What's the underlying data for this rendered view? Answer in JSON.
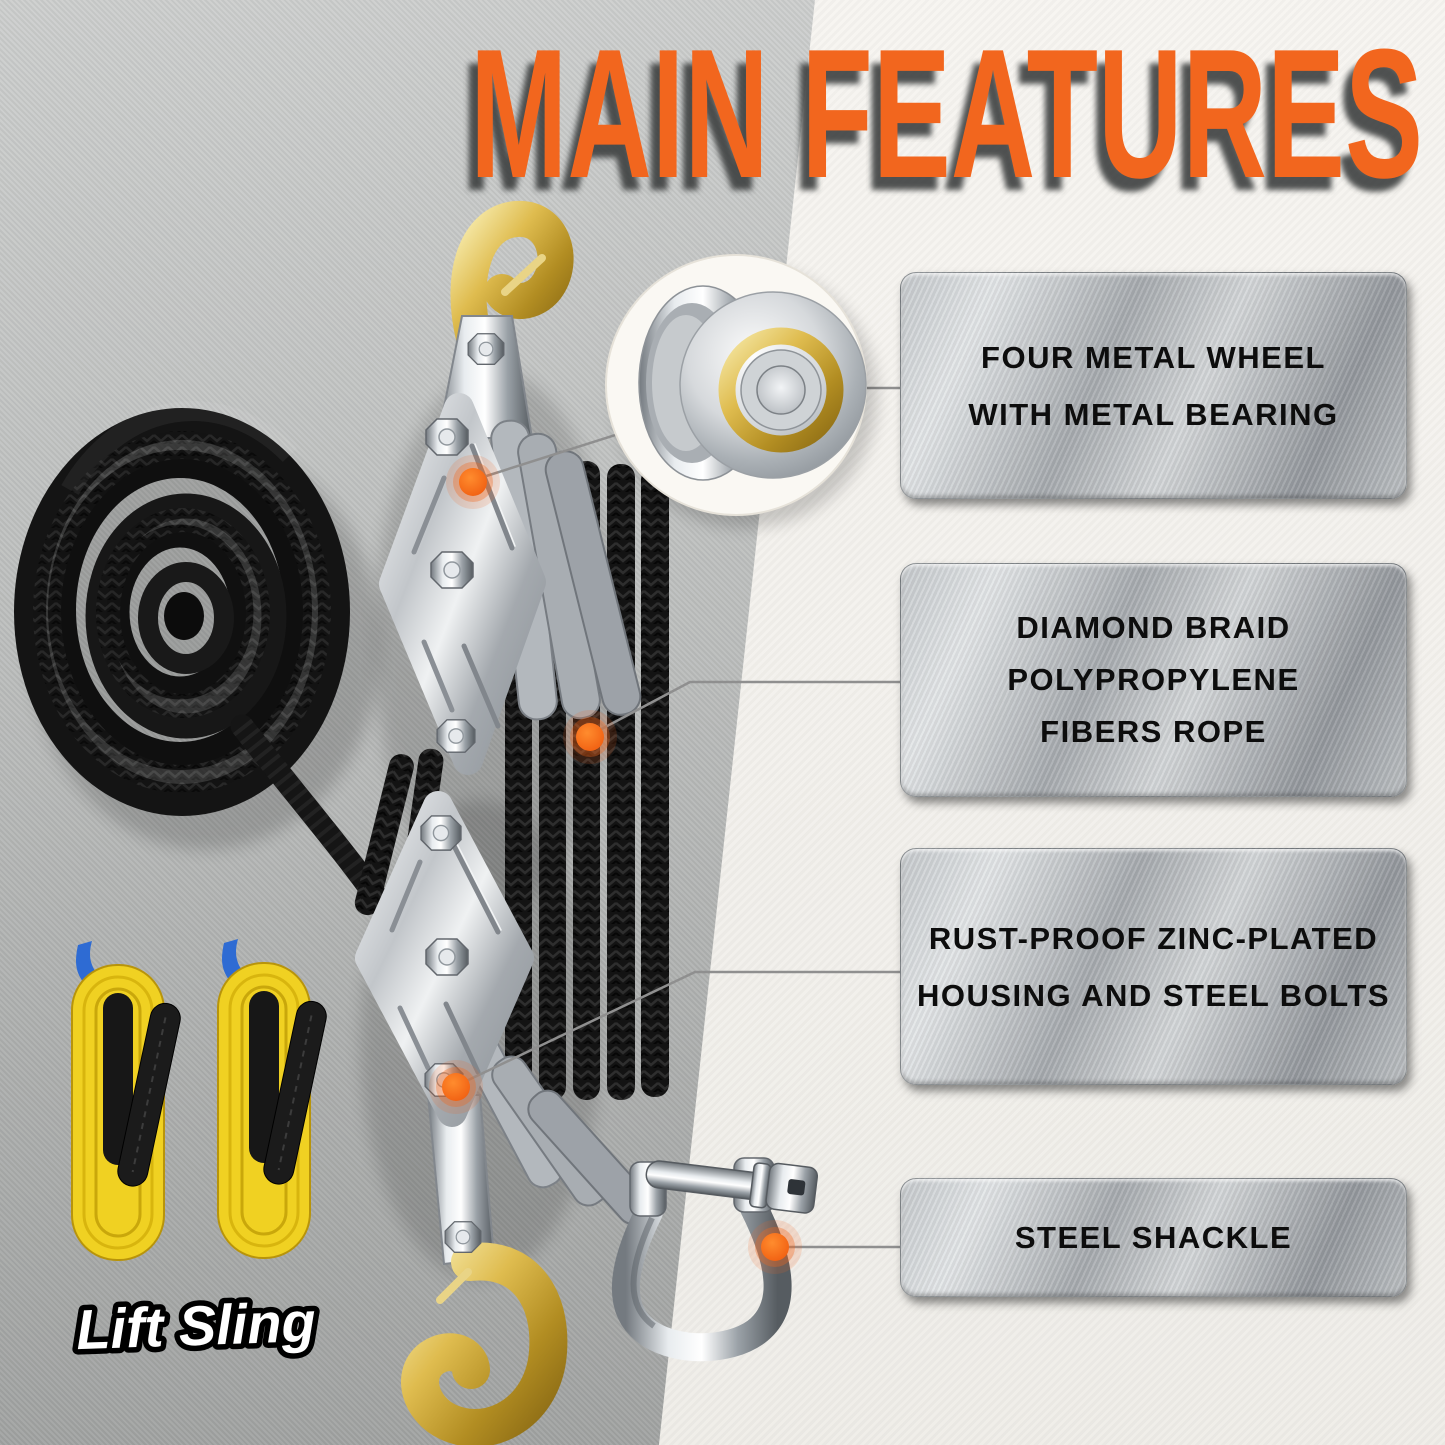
{
  "title": "MAIN FEATURES",
  "features": [
    {
      "lines": [
        "FOUR METAL WHEEL",
        "WITH METAL BEARING"
      ]
    },
    {
      "lines": [
        "DIAMOND BRAID",
        "POLYPROPYLENE",
        "FIBERS ROPE"
      ]
    },
    {
      "lines": [
        "RUST-PROOF ZINC-PLATED",
        "HOUSING AND STEEL BOLTS"
      ]
    },
    {
      "lines": [
        "STEEL SHACKLE"
      ]
    }
  ],
  "captions": {
    "lift_sling": "Lift Sling"
  },
  "colors": {
    "title_orange": "#F2661E",
    "title_shadow": "#3E4041",
    "plate_text": "#0D0D0D",
    "callout_line": "#8F8F8F",
    "callout_dot": "#F56A10",
    "wall_gray": "#BDBFBE",
    "wall_white": "#F4F2ED",
    "rope_black": "#161616",
    "sling_yellow": "#F0D122",
    "hook_gold": "#D9B545"
  }
}
